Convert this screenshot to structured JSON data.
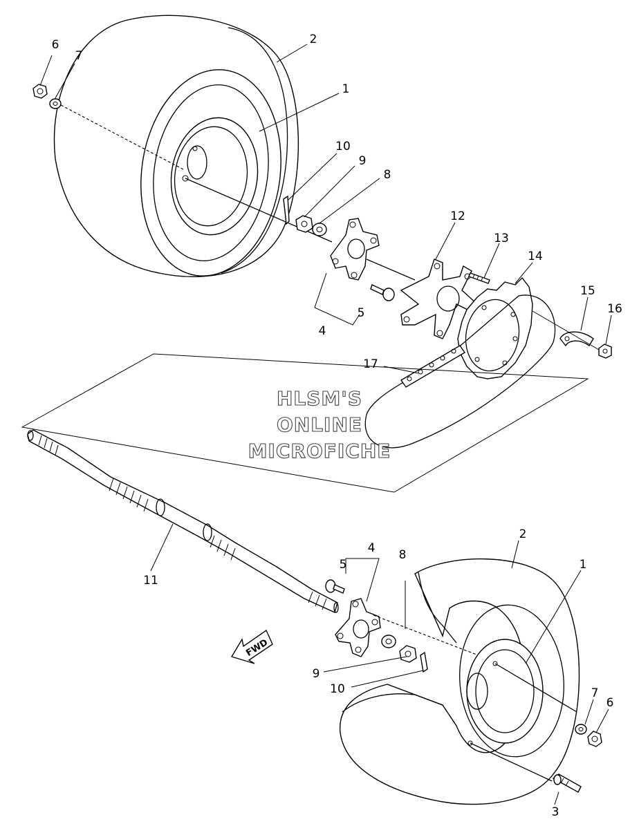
{
  "watermark": {
    "line1": "HLSM'S",
    "line2": "ONLINE",
    "line3": "MICROFICHE",
    "color": "#444444"
  },
  "fwd_label": "FWD",
  "callouts": {
    "c1a": "1",
    "c2a": "2",
    "c6a": "6",
    "c7a": "7",
    "c10a": "10",
    "c9a": "9",
    "c8a": "8",
    "c12": "12",
    "c13": "13",
    "c14": "14",
    "c15": "15",
    "c16": "16",
    "c5a": "5",
    "c4a": "4",
    "c17": "17",
    "c11": "11",
    "c4b": "4",
    "c5b": "5",
    "c8b": "8",
    "c2b": "2",
    "c1b": "1",
    "c9b": "9",
    "c10b": "10",
    "c7b": "7",
    "c6b": "6",
    "c3": "3"
  }
}
